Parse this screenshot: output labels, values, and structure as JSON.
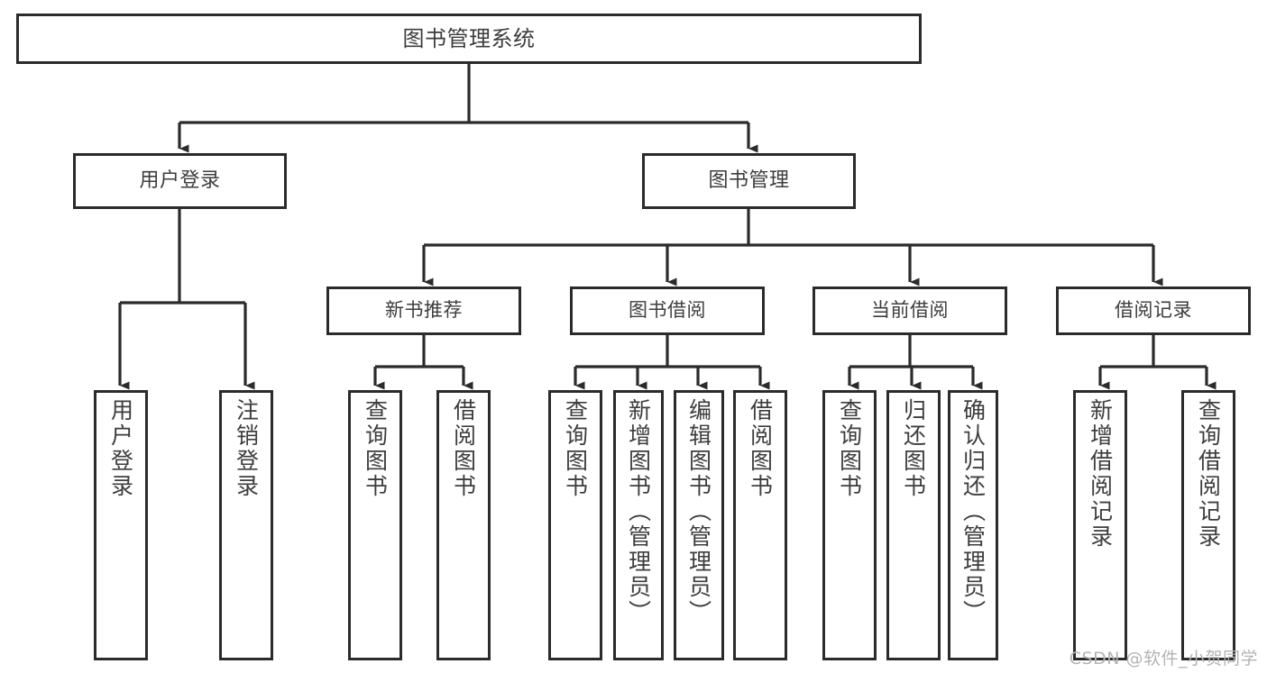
{
  "diagram": {
    "title": "图书管理系统",
    "root": {
      "id": "root",
      "label": "图书管理系统"
    },
    "level2": [
      {
        "id": "user-login",
        "label": "用户登录"
      },
      {
        "id": "book-mgmt",
        "label": "图书管理"
      }
    ],
    "level3": [
      {
        "id": "new-book-rec",
        "label": "新书推荐"
      },
      {
        "id": "book-borrow",
        "label": "图书借阅"
      },
      {
        "id": "current-borrow",
        "label": "当前借阅"
      },
      {
        "id": "borrow-record",
        "label": "借阅记录"
      }
    ],
    "leaves": {
      "user_login": [
        {
          "id": "user-login",
          "label": "用户登录"
        },
        {
          "id": "user-logout",
          "label": "注销登录"
        }
      ],
      "new_book_rec": [
        {
          "id": "nbr-query",
          "label": "查询图书"
        },
        {
          "id": "nbr-borrow",
          "label": "借阅图书"
        }
      ],
      "book_borrow": [
        {
          "id": "bb-query",
          "label": "查询图书"
        },
        {
          "id": "bb-add",
          "label": "新增图书（管理员）"
        },
        {
          "id": "bb-edit",
          "label": "编辑图书（管理员）"
        },
        {
          "id": "bb-borrow",
          "label": "借阅图书"
        }
      ],
      "current_borrow": [
        {
          "id": "cb-query",
          "label": "查询图书"
        },
        {
          "id": "cb-return",
          "label": "归还图书"
        },
        {
          "id": "cb-confirm",
          "label": "确认归还（管理员）"
        }
      ],
      "borrow_record": [
        {
          "id": "br-add",
          "label": "新增借阅记录"
        },
        {
          "id": "br-query",
          "label": "查询借阅记录"
        }
      ]
    }
  },
  "watermark": {
    "text": "CSDN @软件_小贺同学"
  },
  "colors": {
    "border": "#2b2b2b",
    "text": "#3d3d3d",
    "background": "#ffffff",
    "watermark": "#b4b4b4"
  }
}
